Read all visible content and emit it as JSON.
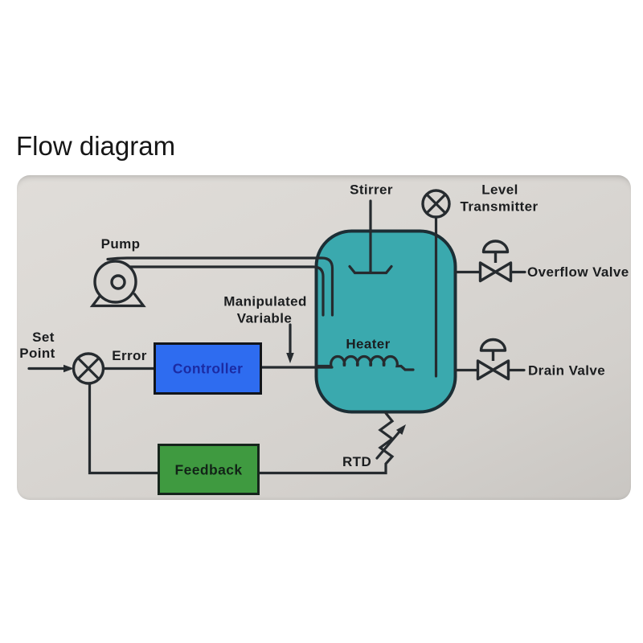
{
  "page": {
    "title": "Flow diagram"
  },
  "diagram": {
    "labels": {
      "pump": "Pump",
      "stirrer": "Stirrer",
      "level_line1": "Level",
      "level_line2": "Transmitter",
      "overflow_valve": "Overflow Valve",
      "drain_valve": "Drain Valve",
      "manipulated_line1": "Manipulated",
      "manipulated_line2": "Variable",
      "set_line1": "Set",
      "set_line2": "Point",
      "error": "Error",
      "controller": "Controller",
      "heater": "Heater",
      "rtd": "RTD",
      "feedback": "Feedback"
    },
    "colors": {
      "tank_fill": "#3aa9ae",
      "tank_stroke": "#1c2e35",
      "controller_fill": "#2e6cf0",
      "controller_text": "#1b2ba3",
      "feedback_fill": "#3f9a40",
      "feedback_text": "#122417",
      "line": "#262b2f",
      "symbol_fill": "#d7d4d0",
      "panel_bg": "#d8d5d1"
    }
  }
}
